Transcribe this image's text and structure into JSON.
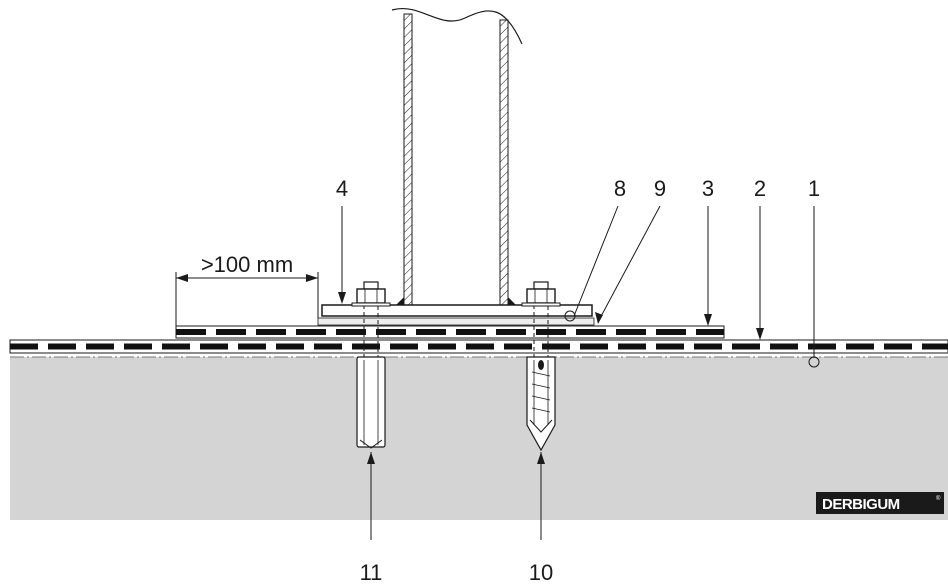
{
  "callouts": {
    "c1": "1",
    "c2": "2",
    "c3": "3",
    "c4": "4",
    "c8": "8",
    "c9": "9",
    "c10": "10",
    "c11": "11"
  },
  "dimension": {
    "overlap_label": ">100 mm"
  },
  "brand": {
    "name": "DERBIGUM",
    "mark": "®"
  },
  "colors": {
    "substrate": "#d4d4d4",
    "membrane_dark": "#111111",
    "line": "#1a1a1a",
    "brand_bg": "#1a1a1a"
  }
}
